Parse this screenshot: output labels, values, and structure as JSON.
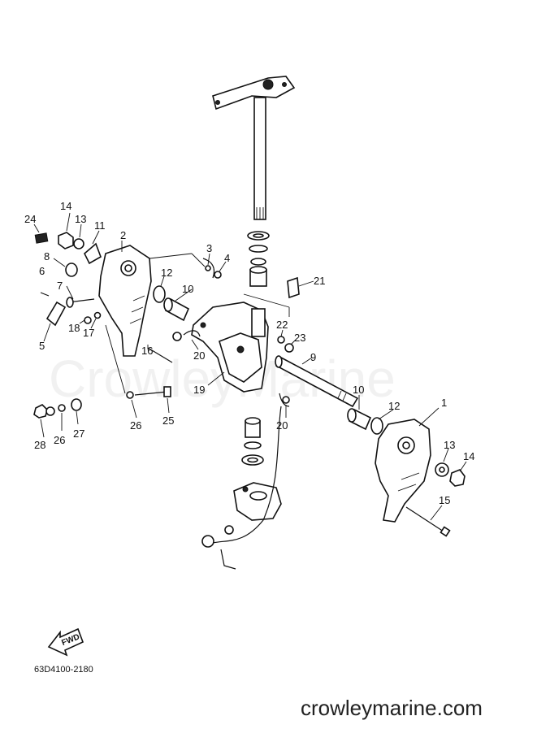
{
  "watermark": "CrowleyMarine",
  "part_number": "63D4100-2180",
  "fwd_label": "FWD",
  "site": "crowleymarine.com",
  "callouts": {
    "c1": "1",
    "c2": "2",
    "c3": "3",
    "c4": "4",
    "c5": "5",
    "c6": "6",
    "c7": "7",
    "c8": "8",
    "c9": "9",
    "c10a": "10",
    "c10b": "10",
    "c11": "11",
    "c12a": "12",
    "c12b": "12",
    "c13a": "13",
    "c13b": "13",
    "c14a": "14",
    "c14b": "14",
    "c15": "15",
    "c16": "16",
    "c17": "17",
    "c18": "18",
    "c19": "19",
    "c20a": "20",
    "c20b": "20",
    "c21": "21",
    "c22": "22",
    "c23": "23",
    "c24": "24",
    "c25": "25",
    "c26a": "26",
    "c26b": "26",
    "c27": "27",
    "c28": "28"
  }
}
